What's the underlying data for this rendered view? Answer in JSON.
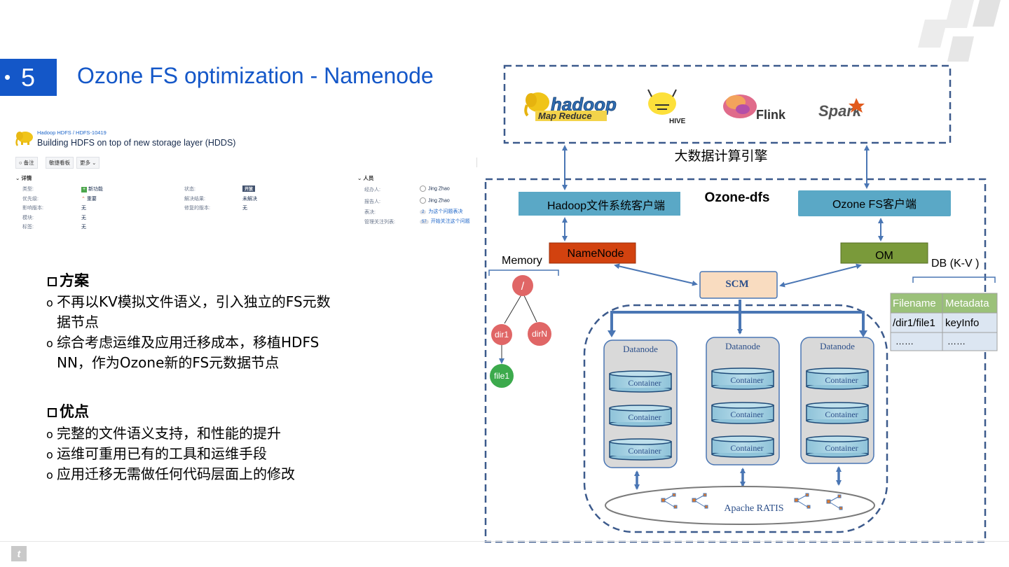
{
  "slide": {
    "number": "5",
    "bullet": "•",
    "title": "Ozone FS optimization - Namenode"
  },
  "jira": {
    "breadcrumb": "Hadoop HDFS /  HDFS-10419",
    "title": "Building HDFS on top of new storage layer (HDDS)",
    "buttons": [
      "备注",
      "敏捷看板",
      "更多"
    ],
    "details_header": "详情",
    "people_header": "人员",
    "fields_left": [
      {
        "label": "类型:",
        "value": "新功能"
      },
      {
        "label": "优先级:",
        "value": "重要"
      },
      {
        "label": "影响版本:",
        "value": "无"
      },
      {
        "label": "模块:",
        "value": "无"
      },
      {
        "label": "标签:",
        "value": "无"
      }
    ],
    "fields_mid": [
      {
        "label": "状态:",
        "value": "开放"
      },
      {
        "label": "解决结果:",
        "value": "未解决"
      },
      {
        "label": "修复的版本:",
        "value": "无"
      }
    ],
    "people": [
      {
        "label": "经办人:",
        "value": "Jing Zhao"
      },
      {
        "label": "报告人:",
        "value": "Jing Zhao"
      },
      {
        "label": "表决:",
        "count": "2",
        "value": "为这个问题表决"
      },
      {
        "label": "管理关注列表:",
        "count": "57",
        "value": "开始关注这个问题"
      }
    ]
  },
  "plan": {
    "heading": "方案",
    "items": [
      [
        "不再以KV模拟文件语义，引入独立的FS元数",
        "据节点"
      ],
      [
        "综合考虑运维及应用迁移成本，移植HDFS",
        "NN，作为Ozone新的FS元数据节点"
      ]
    ]
  },
  "advantages": {
    "heading": "优点",
    "items": [
      "完整的文件语义支持，和性能的提升",
      "运维可重用已有的工具和运维手段",
      "应用迁移无需做任何代码层面上的修改"
    ]
  },
  "bullet_marker": "o",
  "diagram": {
    "engines_label": "大数据计算引擎",
    "engines": [
      "hadoop",
      "Map Reduce",
      "HIVE",
      "Flink",
      "Spark"
    ],
    "ozone_label": "Ozone-dfs",
    "hadoop_client": "Hadoop文件系统客户端",
    "ozone_client": "Ozone FS客户端",
    "namenode": "NameNode",
    "om": "OM",
    "scm": "SCM",
    "memory_label": "Memory",
    "db_label": "DB (K-V )",
    "tree_nodes": [
      "/",
      "dir1",
      "dirN",
      "file1"
    ],
    "datanode_label": "Datanode",
    "container_label": "Container",
    "ratis_label": "Apache RATIS",
    "table_headers": [
      "Filename",
      "Metadata"
    ],
    "table_rows": [
      [
        "/dir1/file1",
        "keyInfo"
      ],
      [
        "……",
        "……"
      ]
    ],
    "colors": {
      "client_box": "#5aa8c6",
      "namenode": "#d2420f",
      "om": "#7a9a3a",
      "scm": "#f9dcc0",
      "arrow": "#4a76b4",
      "tree_red": "#e06666",
      "tree_green": "#3caa4c",
      "table": "#dce6f2"
    }
  }
}
